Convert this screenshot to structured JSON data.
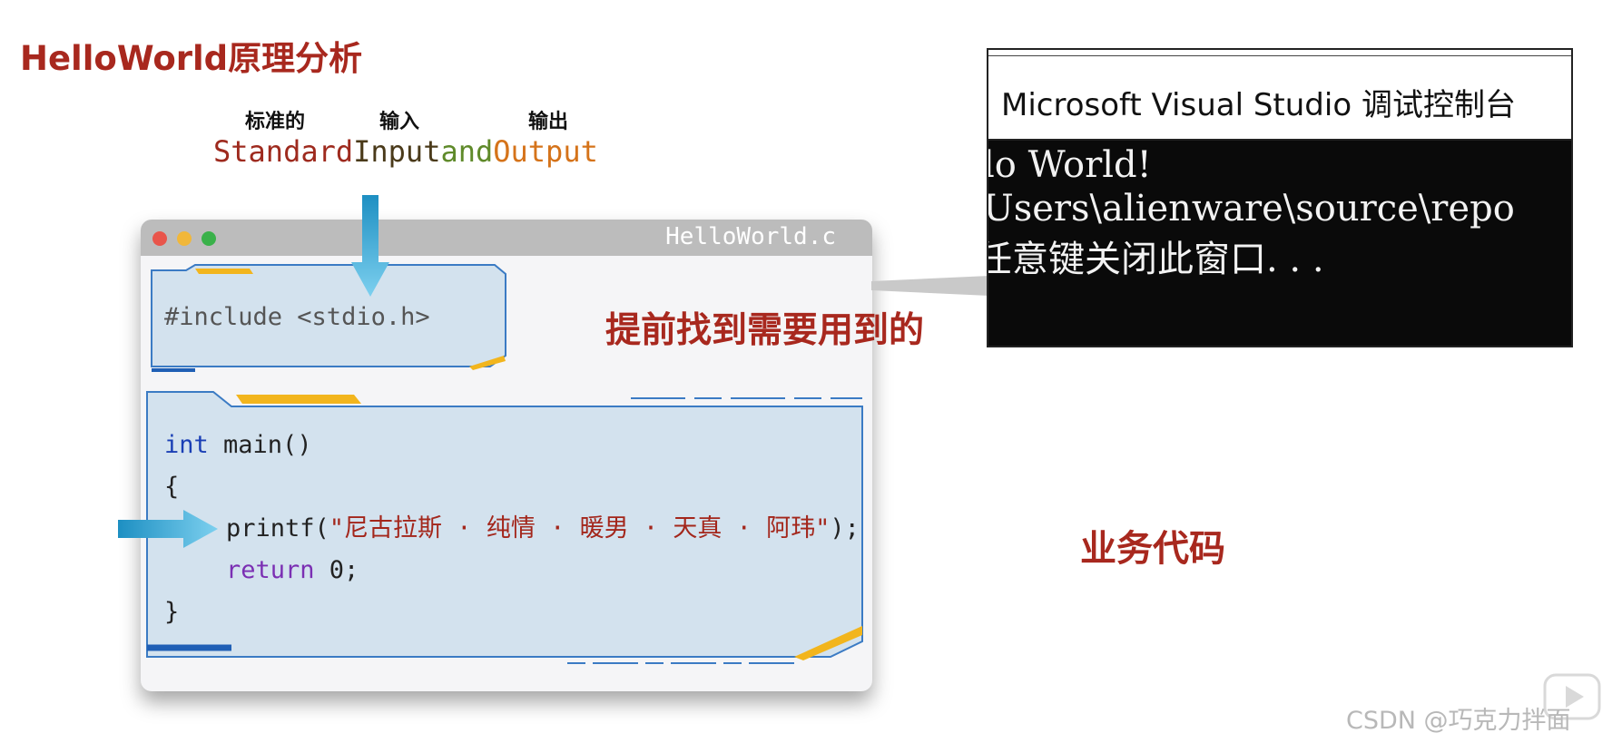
{
  "title": "HelloWorld原理分析",
  "annotations": {
    "standard": "标准的",
    "input": "输入",
    "output": "输出"
  },
  "acronym": {
    "part1": "Standard",
    "part2": "Input",
    "part3": "and",
    "part4": "Output"
  },
  "colors": {
    "accent_red": "#a8281e",
    "standard": "#9e2a1e",
    "input": "#4a3a1a",
    "and": "#5f8a2a",
    "output": "#d5731a"
  },
  "code_window": {
    "filename": "HelloWorld.c",
    "include_line": "#include <stdio.h>",
    "main_kw": "int",
    "main_rest": " main()",
    "brace_open": "{",
    "printf_start": "printf(",
    "printf_string": "\"尼古拉斯 · 纯情 · 暖男 · 天真 · 阿玮\"",
    "printf_end": ");",
    "return_kw": "return",
    "return_rest": " 0;",
    "brace_close": "}"
  },
  "console": {
    "title": "Microsoft Visual Studio 调试控制台",
    "lines": [
      "lo World!",
      "Users\\alienware\\source\\repo",
      "任意键关闭此窗口. . ."
    ]
  },
  "callout": "提前找到需要用到的",
  "business": "业务代码",
  "watermark": "CSDN @巧克力拌面"
}
